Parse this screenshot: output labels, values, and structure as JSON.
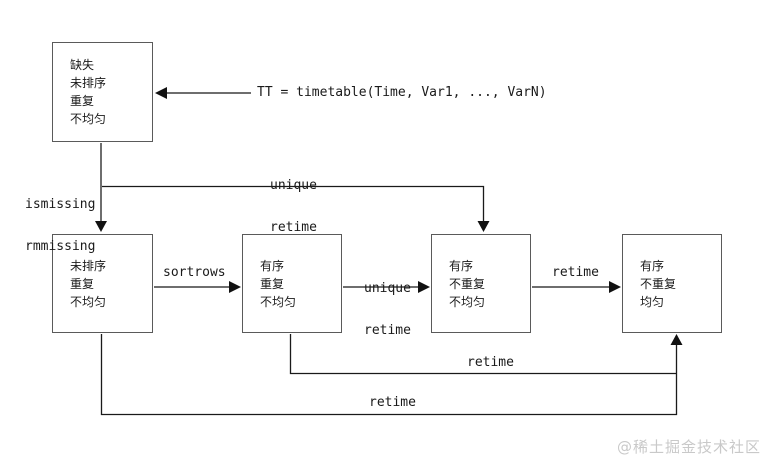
{
  "diagram": {
    "code_annotation": "TT = timetable(Time, Var1, ..., VarN)",
    "boxes": {
      "initial": {
        "lines": [
          "缺失",
          "未排序",
          "重复",
          "不均匀"
        ]
      },
      "unsorted": {
        "lines": [
          "未排序",
          "重复",
          "不均匀"
        ]
      },
      "sorted_dup": {
        "lines": [
          "有序",
          "重复",
          "不均匀"
        ]
      },
      "sorted_unique": {
        "lines": [
          "有序",
          "不重复",
          "不均匀"
        ]
      },
      "sorted_uniform": {
        "lines": [
          "有序",
          "不重复",
          "均匀"
        ]
      }
    },
    "edge_labels": {
      "missing_ops": [
        "ismissing",
        "rmmissing"
      ],
      "unique_retime_top": [
        "unique",
        "retime"
      ],
      "sortrows": "sortrows",
      "unique_retime_mid": [
        "unique",
        "retime"
      ],
      "retime_c_to_d": "retime",
      "retime_upper_feedback": "retime",
      "retime_lower_feedback": "retime"
    },
    "colors": {
      "thick_line_gray": "#6e6e6e",
      "thin_line_black": "#1a1a1a",
      "box_border": "#5a5a5a",
      "text": "#1a1a1a",
      "watermark": "#c9c9c9"
    }
  },
  "watermark": {
    "text": "@稀土掘金技术社区"
  }
}
